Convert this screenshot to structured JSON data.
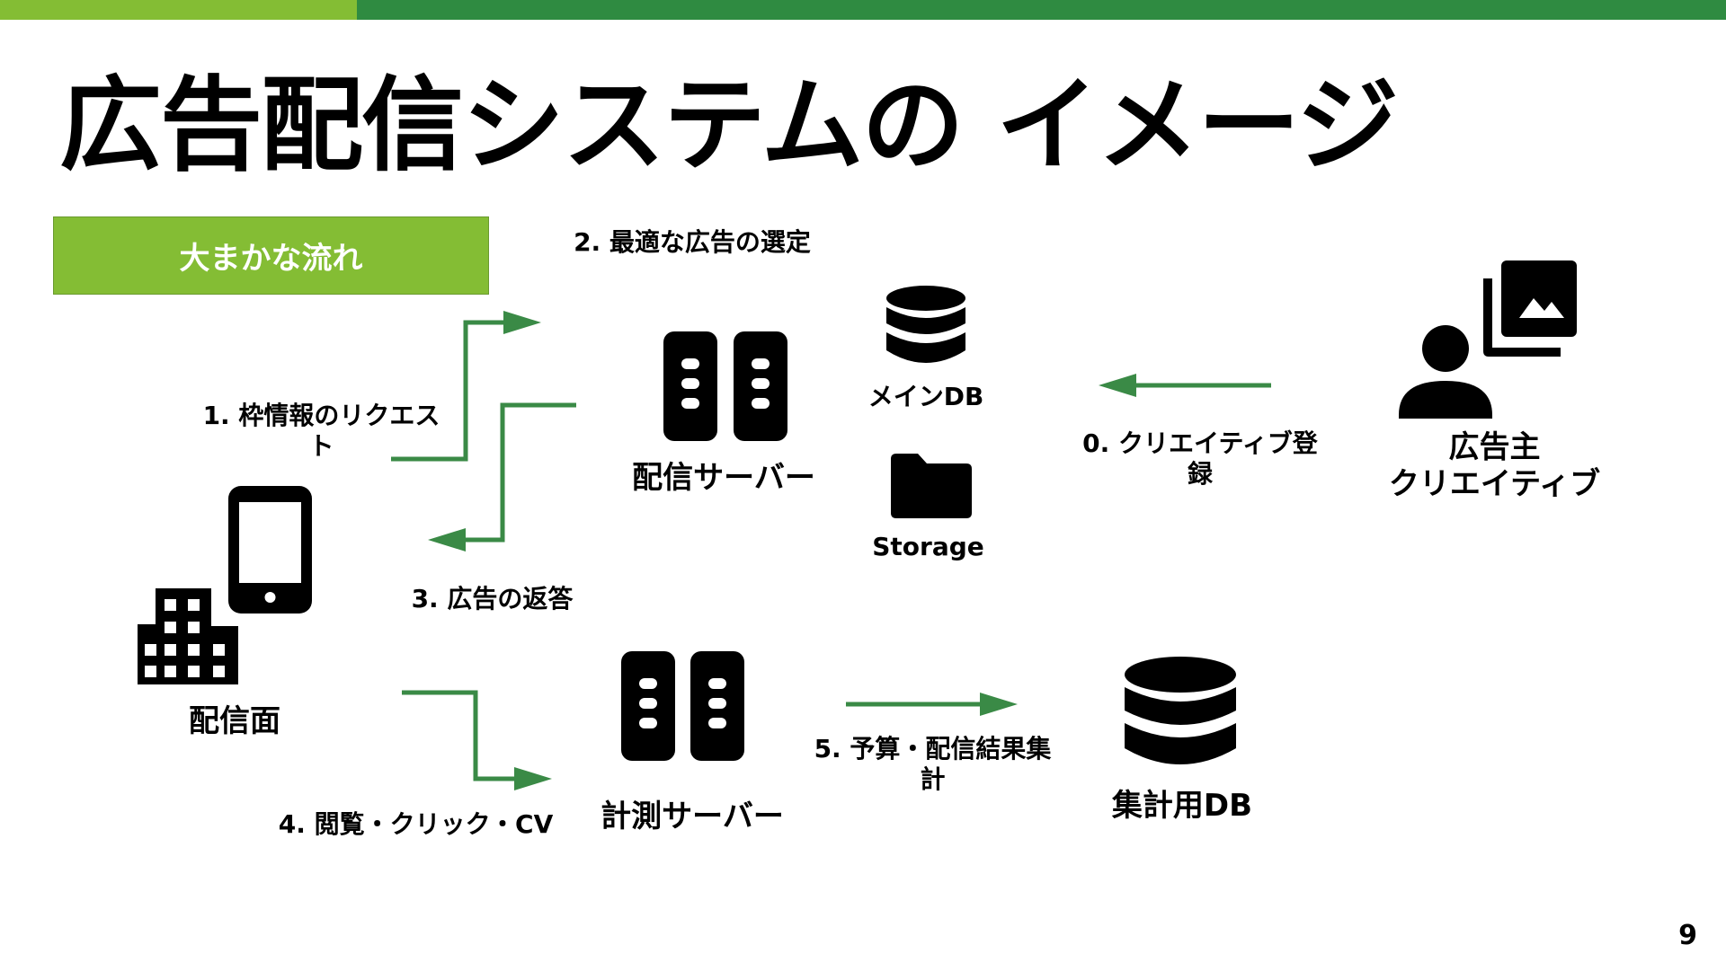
{
  "slide": {
    "title": "広告配信システムの イメージ",
    "section_label": "大まかな流れ",
    "page_number": "9"
  },
  "colors": {
    "topbar_light": "#84bd34",
    "topbar_dark": "#2f8b41",
    "label_box": "#84bd34",
    "arrow": "#3a8a46",
    "icon": "#000000"
  },
  "nodes": {
    "delivery_surface": "配信面",
    "delivery_server": "配信サーバー",
    "main_db": "メインDB",
    "storage": "Storage",
    "advertiser": "広告主\nクリエイティブ",
    "measurement_server": "計測サーバー",
    "aggregate_db": "集計用DB"
  },
  "steps": {
    "step0": "0. クリエイティブ登\n録",
    "step1": "1. 枠情報のリクエス\nト",
    "step2": "2. 最適な広告の選定",
    "step3": "3. 広告の返答",
    "step4": "4. 閲覧・クリック・CV",
    "step5": "5. 予算・配信結果集\n計"
  },
  "icons": [
    "phone-icon",
    "building-icon",
    "server-icon",
    "database-icon",
    "folder-icon",
    "person-icon",
    "image-icon"
  ]
}
